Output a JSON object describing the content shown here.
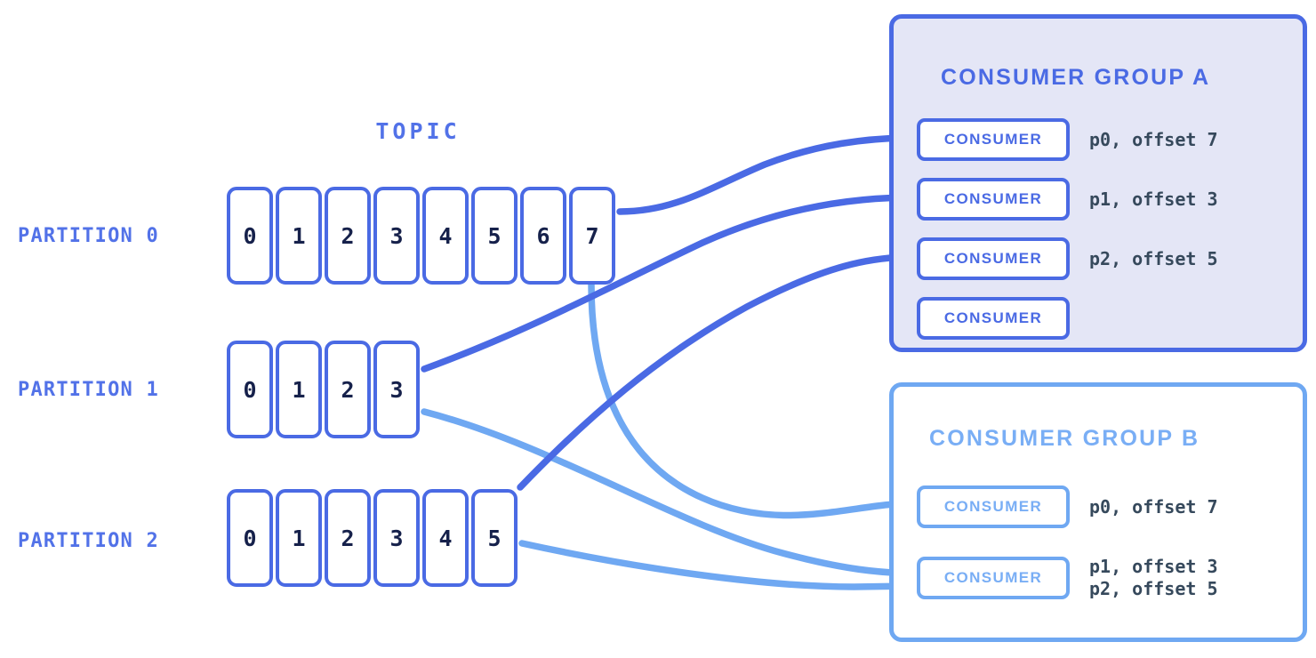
{
  "colors": {
    "dark_blue": "#4a6ae4",
    "light_blue": "#6fa8f2",
    "group_a_fill": "#e4e6f6",
    "text_navy": "#16214b",
    "offset_text": "#36495c",
    "background": "#ffffff"
  },
  "topic": {
    "title": "TOPIC",
    "partitions": [
      {
        "label": "PARTITION 0",
        "offsets": [
          "0",
          "1",
          "2",
          "3",
          "4",
          "5",
          "6",
          "7"
        ]
      },
      {
        "label": "PARTITION 1",
        "offsets": [
          "0",
          "1",
          "2",
          "3"
        ]
      },
      {
        "label": "PARTITION 2",
        "offsets": [
          "0",
          "1",
          "2",
          "3",
          "4",
          "5"
        ]
      }
    ]
  },
  "groups": [
    {
      "id": "a",
      "title": "CONSUMER GROUP A",
      "consumers": [
        {
          "label": "CONSUMER",
          "assignment": "p0, offset 7"
        },
        {
          "label": "CONSUMER",
          "assignment": "p1, offset 3"
        },
        {
          "label": "CONSUMER",
          "assignment": "p2, offset 5"
        },
        {
          "label": "CONSUMER",
          "assignment": ""
        }
      ]
    },
    {
      "id": "b",
      "title": "CONSUMER GROUP B",
      "consumers": [
        {
          "label": "CONSUMER",
          "assignment": "p0, offset 7"
        },
        {
          "label": "CONSUMER",
          "assignment": "p1, offset 3\np2, offset 5"
        }
      ]
    }
  ],
  "connections": [
    {
      "from": "partition-0",
      "to": "group-a-consumer-1",
      "color": "dark_blue"
    },
    {
      "from": "partition-1",
      "to": "group-a-consumer-2",
      "color": "dark_blue"
    },
    {
      "from": "partition-2",
      "to": "group-a-consumer-3",
      "color": "dark_blue"
    },
    {
      "from": "partition-0",
      "to": "group-b-consumer-1",
      "color": "light_blue"
    },
    {
      "from": "partition-1",
      "to": "group-b-consumer-2",
      "color": "light_blue"
    },
    {
      "from": "partition-2",
      "to": "group-b-consumer-2",
      "color": "light_blue"
    }
  ]
}
